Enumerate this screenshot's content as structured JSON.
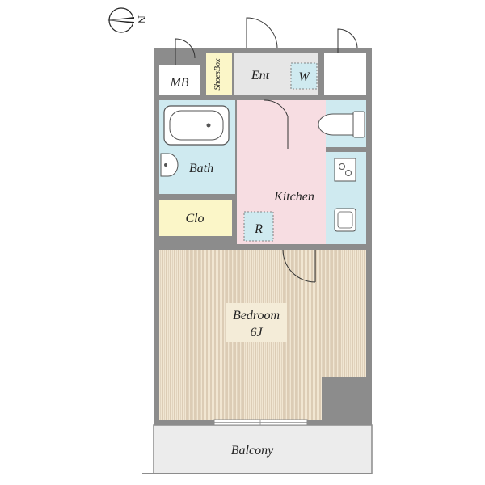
{
  "compass": {
    "label": "N"
  },
  "rooms": {
    "mb": "MB",
    "shoes_box": "ShoesBox",
    "entrance": "Ent",
    "washer": "W",
    "bath": "Bath",
    "kitchen": "Kitchen",
    "refrigerator": "R",
    "closet": "Clo",
    "bedroom": "Bedroom",
    "bedroom_size": "6J",
    "balcony": "Balcony"
  },
  "colors": {
    "wall": "#8c8c8c",
    "bath": "#cfeaf0",
    "kitchen": "#f7dde2",
    "closet": "#fbf6c8",
    "shoes_box": "#fbf6c8",
    "entrance": "#e6e6e6",
    "floor_stripe": "#c9b79b",
    "floor_base": "#efe4d0",
    "balcony": "#ececec",
    "label_bg": "#f4ecd8"
  }
}
